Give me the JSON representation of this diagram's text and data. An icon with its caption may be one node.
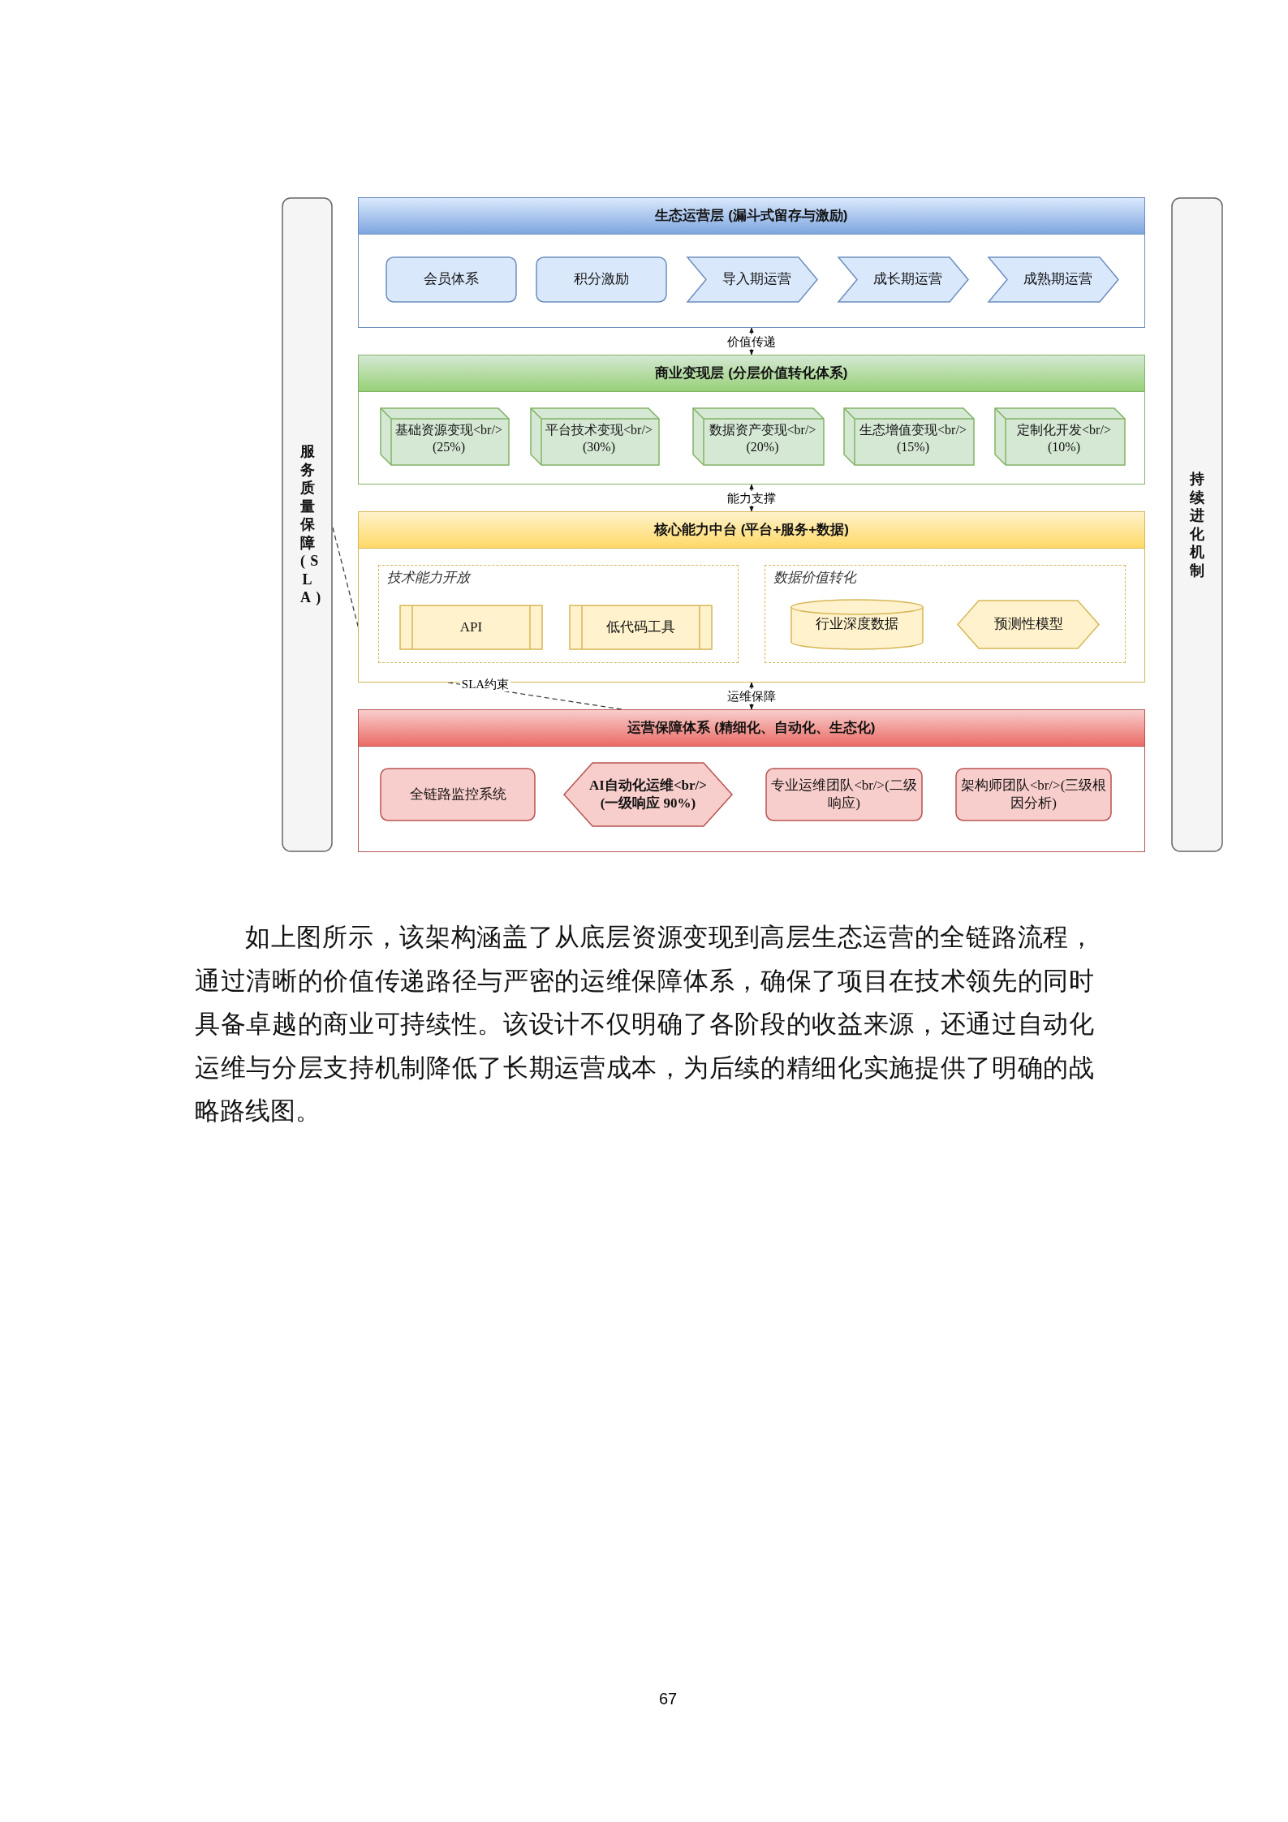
{
  "diagram": {
    "nodes": [
      {
        "text": [
          "服务质量保障(SLA)"
        ]
      },
      {
        "text": [
          "生态运营层 (漏斗式留存与激励)"
        ]
      },
      {
        "text": [
          "会员体系"
        ],
        "in": 1
      },
      {
        "text": [
          "积分激励"
        ],
        "in": 1
      },
      {
        "text": [
          "导入期运营"
        ],
        "in": 1
      },
      {
        "text": [
          "成长期运营"
        ],
        "in": 1
      },
      {
        "text": [
          "成熟期运营"
        ],
        "in": 1
      },
      {
        "text": [
          "商业变现层 (分层价值转化体系)"
        ]
      },
      {
        "text": [
          "基础资源变现<br/>(25%)"
        ],
        "in": 7
      },
      {
        "text": [
          "平台技术变现<br/>(30%)"
        ],
        "in": 7
      },
      {
        "text": [
          "数据资产变现<br/>(20%)"
        ],
        "in": 7
      },
      {
        "text": [
          "生态增值变现<br/>(15%)"
        ],
        "in": 7
      },
      {
        "text": [
          "定制化开发<br/>(10%)"
        ],
        "in": 7
      },
      {
        "text": [
          "核心能力中台 (平台+服务+数据)"
        ]
      },
      {
        "text": [
          "技术能力开放"
        ],
        "in": 13
      },
      {
        "text": [
          "API"
        ],
        "in": 14
      },
      {
        "text": [
          "低代码工具"
        ],
        "in": 14
      },
      {
        "text": [
          "数据价值转化"
        ],
        "in": 13
      },
      {
        "text": [
          "行业深度数据"
        ],
        "in": 17
      },
      {
        "text": [
          "预测性模型"
        ],
        "in": 17
      },
      {
        "text": [
          "运营保障体系 (精细化、自动化、生态化)"
        ]
      },
      {
        "text": [
          "全链路监控系统"
        ],
        "in": 20
      },
      {
        "text": [
          "AI自动化运维<br/>(一级响应 90%)"
        ],
        "in": 20
      },
      {
        "text": [
          "专业运维团队<br/>(二级响应)"
        ],
        "in": 20
      },
      {
        "text": [
          "架构师团队<br/>(三级根因分析)"
        ],
        "in": 20
      },
      {
        "text": [
          "持续进化机制"
        ]
      }
    ],
    "edges": [
      {
        "from": 7,
        "to": 1,
        "arrow": "both",
        "label": "价值传递"
      },
      {
        "from": 13,
        "to": 7,
        "arrow": "both",
        "label": "能力支撑"
      },
      {
        "from": 20,
        "to": 13,
        "arrow": "both",
        "label": "运维保障"
      },
      {
        "from": 0,
        "to": 20,
        "arrow": "none",
        "label": "SLA约束",
        "style": "dashed"
      }
    ],
    "labels": [
      "如上图所示，该架构涵盖了从底层资源变现到高层生态运营的全链路流程，通过清晰的价值传递路径与严密的运维保障体系，确保了项目在技术领先的同时具备卓越的商业可持续性。该设计不仅明确了各阶段的收益来源，还通过自动化运维与分层支持机制降低了长期运营成本，为后续的精细化实施提供了明确的战略路线图。",
      "67"
    ]
  }
}
